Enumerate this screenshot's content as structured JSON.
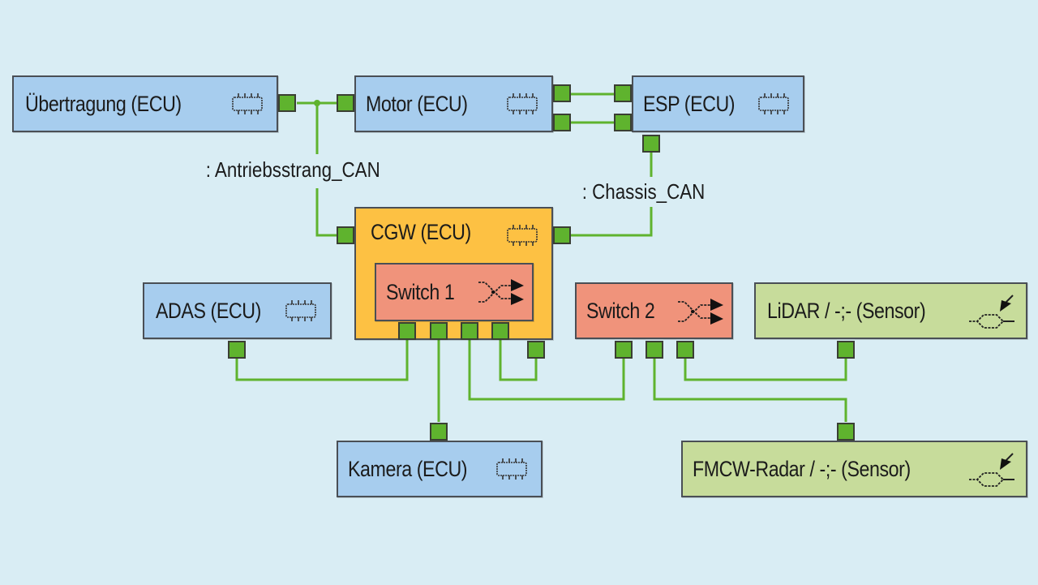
{
  "diagram": {
    "colors": {
      "background": "#d9edf4",
      "ecu_fill": "#a7cdee",
      "gateway_fill": "#fdc143",
      "switch_fill": "#f0937b",
      "sensor_fill": "#c7dc9b",
      "port_fill": "#5fb32e",
      "wire": "#5fb32e"
    },
    "nodes": {
      "uebertragung": {
        "label": "Übertragung (ECU)",
        "type": "ecu",
        "icon": "chip-icon"
      },
      "motor": {
        "label": "Motor (ECU)",
        "type": "ecu",
        "icon": "chip-icon"
      },
      "esp": {
        "label": "ESP (ECU)",
        "type": "ecu",
        "icon": "chip-icon"
      },
      "cgw": {
        "label": "CGW (ECU)",
        "type": "gateway",
        "icon": "chip-icon"
      },
      "switch1": {
        "label": "Switch 1",
        "type": "switch",
        "icon": "switch-icon"
      },
      "adas": {
        "label": "ADAS (ECU)",
        "type": "ecu",
        "icon": "chip-icon"
      },
      "switch2": {
        "label": "Switch 2",
        "type": "switch",
        "icon": "switch-icon"
      },
      "lidar": {
        "label": "LiDAR / -;- (Sensor)",
        "type": "sensor",
        "icon": "sensor-icon"
      },
      "kamera": {
        "label": "Kamera (ECU)",
        "type": "ecu",
        "icon": "chip-icon"
      },
      "radar": {
        "label": "FMCW-Radar / -;- (Sensor)",
        "type": "sensor",
        "icon": "sensor-icon"
      }
    },
    "buses": {
      "antriebsstrang": ": Antriebsstrang_CAN",
      "chassis": ": Chassis_CAN"
    },
    "connections": [
      {
        "from": "uebertragung",
        "to": "motor",
        "bus": "antriebsstrang"
      },
      {
        "from": "antriebsstrang",
        "to": "cgw"
      },
      {
        "from": "motor",
        "to": "esp",
        "count": 2
      },
      {
        "from": "esp",
        "to": "cgw",
        "bus": "chassis"
      },
      {
        "from": "switch1",
        "to": "adas"
      },
      {
        "from": "switch1",
        "to": "kamera"
      },
      {
        "from": "switch1",
        "to": "switch2"
      },
      {
        "from": "switch1",
        "to": "cgw"
      },
      {
        "from": "switch2",
        "to": "lidar"
      },
      {
        "from": "switch2",
        "to": "radar"
      }
    ]
  }
}
